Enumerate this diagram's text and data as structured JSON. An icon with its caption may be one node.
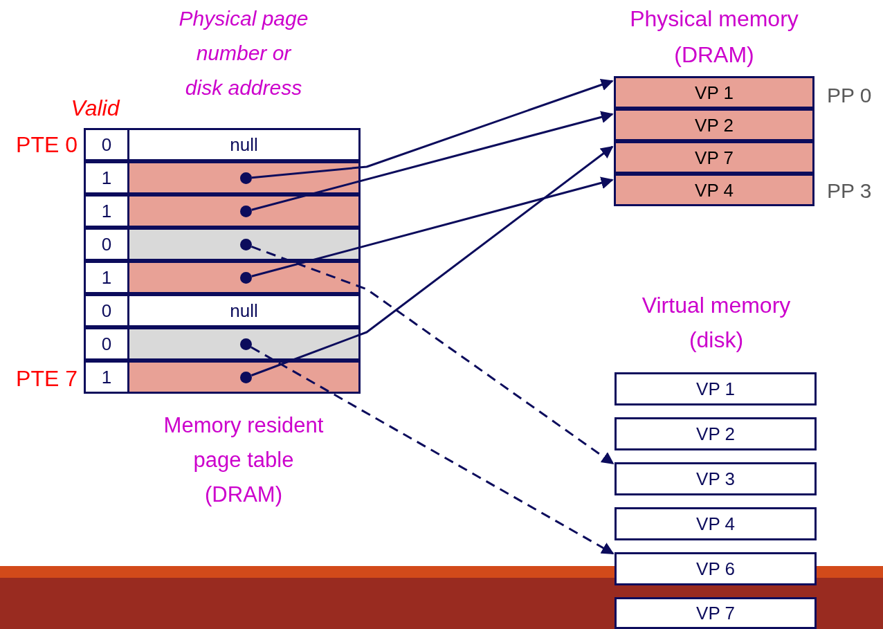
{
  "diagram": {
    "nodes": [
      {
        "text": [
          "Physical memory (DRAM)"
        ],
        "beside": [
          "PP 0",
          "PP 3"
        ]
      },
      {
        "text": [
          "VP 1"
        ],
        "in": 0
      },
      {
        "text": [
          "VP 2"
        ],
        "in": 0
      },
      {
        "text": [
          "VP 7"
        ],
        "in": 0
      },
      {
        "text": [
          "VP 4"
        ],
        "in": 0
      },
      {
        "text": [
          "0"
        ]
      },
      {
        "text": [
          "null"
        ]
      },
      {
        "text": [
          "1"
        ]
      },
      {
        "text": [],
        "shape": "box"
      },
      {
        "text": [],
        "shape": "circle",
        "in": 8
      },
      {
        "text": [
          "1"
        ]
      },
      {
        "text": [],
        "shape": "box"
      },
      {
        "text": [],
        "shape": "circle",
        "in": 11
      },
      {
        "text": [
          "0"
        ]
      },
      {
        "text": [],
        "shape": "box"
      },
      {
        "text": [],
        "shape": "circle",
        "in": 14
      },
      {
        "text": [
          "1"
        ]
      },
      {
        "text": [],
        "shape": "box"
      },
      {
        "text": [],
        "shape": "circle",
        "in": 17
      },
      {
        "text": [
          "0"
        ]
      },
      {
        "text": [
          "null"
        ]
      },
      {
        "text": [
          "0"
        ]
      },
      {
        "text": [],
        "shape": "box"
      },
      {
        "text": [],
        "shape": "circle",
        "in": 22
      },
      {
        "text": [
          "1"
        ]
      },
      {
        "text": [],
        "shape": "box"
      },
      {
        "text": [],
        "shape": "circle",
        "in": 25
      },
      {
        "text": [
          "VP 1"
        ]
      },
      {
        "text": [
          "VP 2"
        ]
      },
      {
        "text": [
          "VP 3"
        ]
      },
      {
        "text": [
          "VP 4"
        ]
      },
      {
        "text": [
          "VP 6"
        ]
      },
      {
        "text": [
          "VP 7"
        ]
      }
    ],
    "edges": [
      {
        "from": 9,
        "to": 1,
        "arrow": "to"
      },
      {
        "from": 12,
        "to": 2,
        "arrow": "to"
      },
      {
        "from": 15,
        "to": 29,
        "arrow": "to",
        "style": "dashed"
      },
      {
        "from": 18,
        "to": 4,
        "arrow": "to"
      },
      {
        "from": 23,
        "to": 31,
        "arrow": "to",
        "style": "dashed"
      },
      {
        "from": 26,
        "to": 3,
        "arrow": "to"
      }
    ],
    "labels": [
      "Physical page number or disk address",
      "Valid",
      "PTE 0",
      "PTE 7",
      "Memory resident page table (DRAM)",
      "Virtual memory (disk)"
    ]
  }
}
